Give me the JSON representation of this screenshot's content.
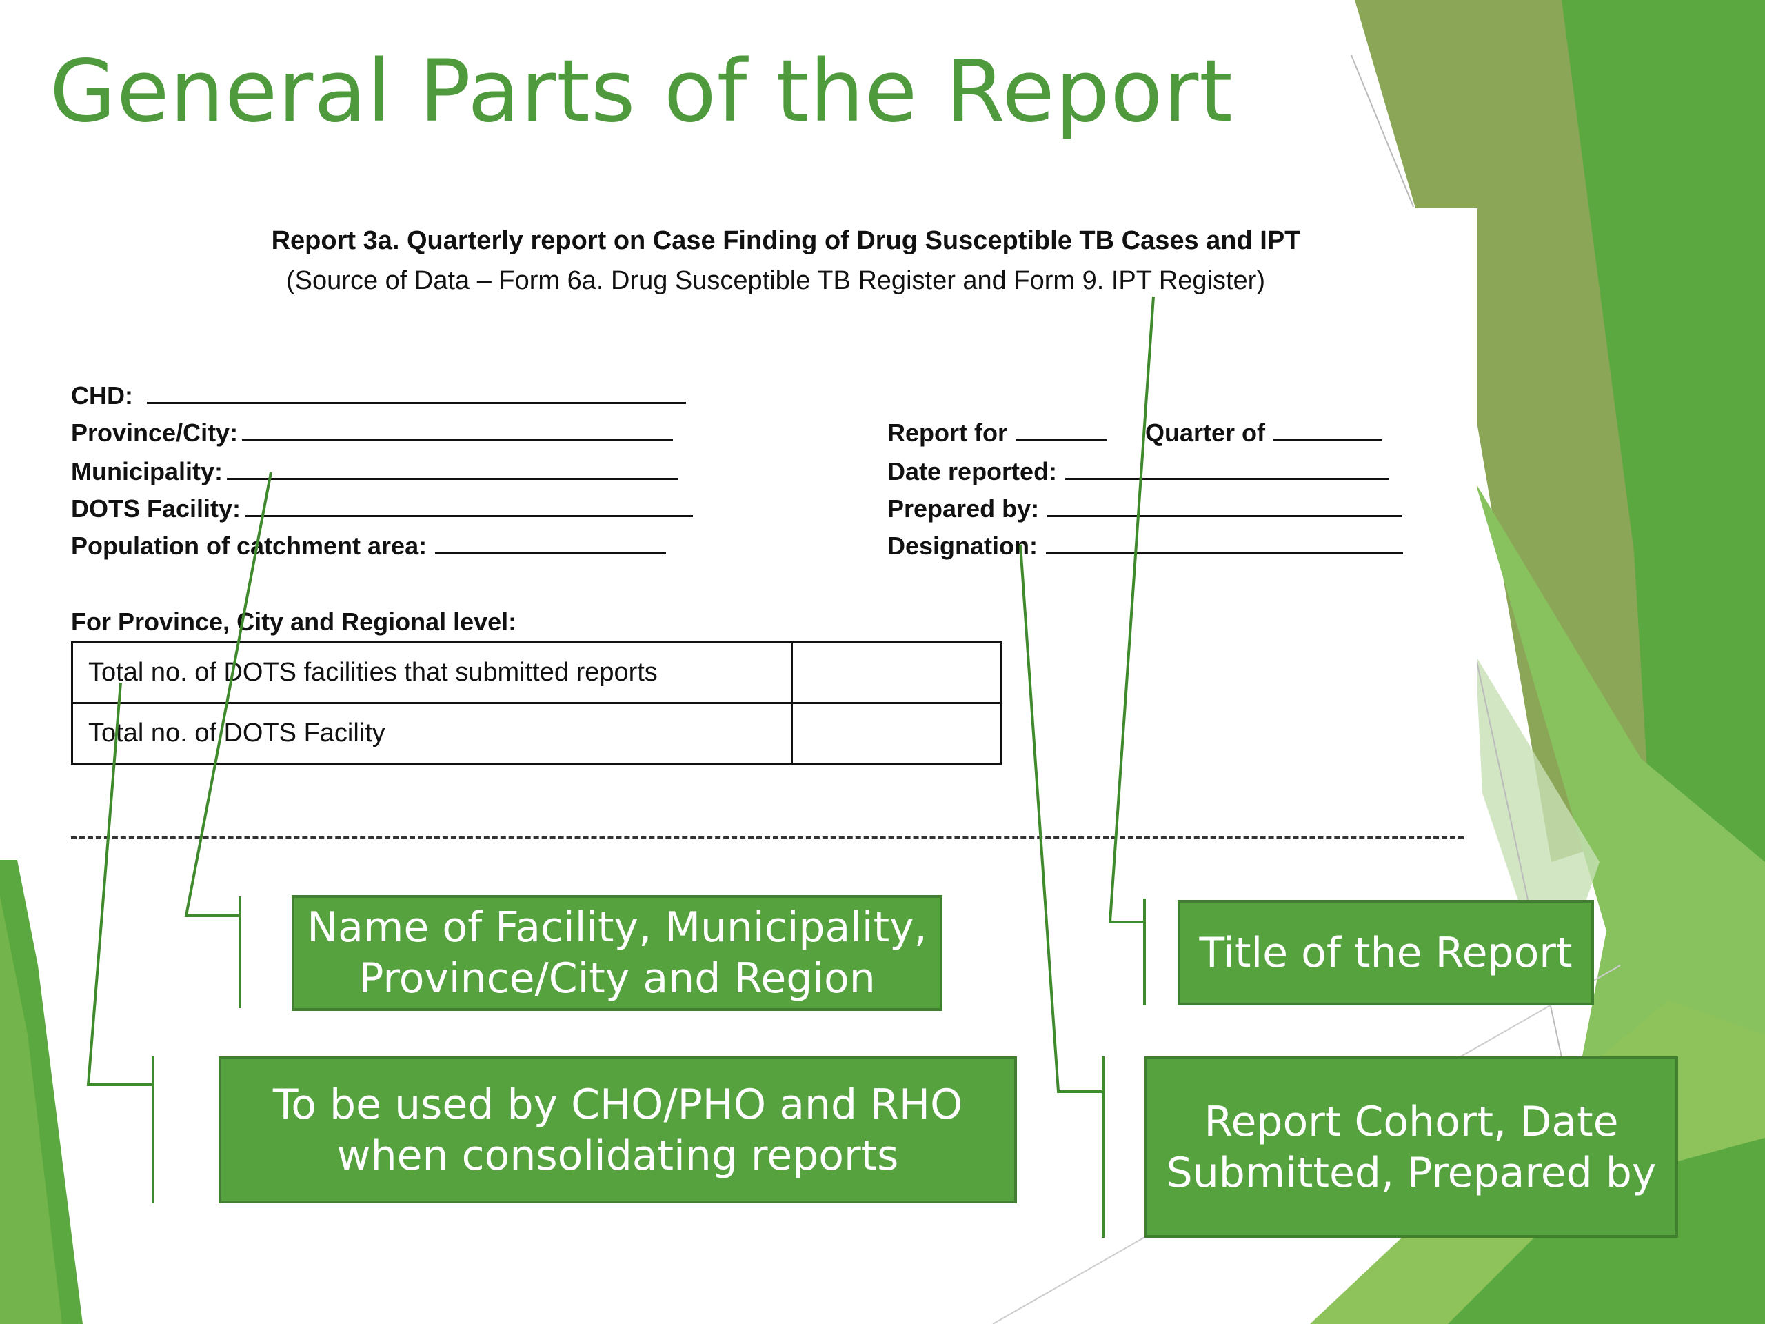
{
  "slide": {
    "title": "General Parts of the Report",
    "accent_color": "#4f9a3c",
    "callout_color": "#55a23f"
  },
  "report": {
    "title": "Report 3a. Quarterly report on Case Finding of Drug Susceptible TB Cases and IPT",
    "source": "(Source of Data – Form 6a. Drug Susceptible TB Register and Form 9. IPT Register)",
    "left_fields": [
      {
        "label": "CHD:"
      },
      {
        "label": "Province/City:"
      },
      {
        "label": "Municipality:"
      },
      {
        "label": "DOTS Facility:"
      },
      {
        "label": "Population of catchment area:"
      }
    ],
    "report_for_label": "Report for",
    "quarter_of_label": "Quarter of",
    "right_fields": [
      {
        "label": "Date reported:"
      },
      {
        "label": "Prepared by:"
      },
      {
        "label": "Designation:"
      }
    ],
    "consolidation_heading": "For Province, City and Regional level:",
    "consolidation_rows": [
      {
        "label": "Total no. of DOTS facilities that submitted reports",
        "value": ""
      },
      {
        "label": "Total no. of DOTS Facility",
        "value": ""
      }
    ]
  },
  "callouts": {
    "facility": [
      "Name of Facility, Municipality,",
      "Province/City and Region"
    ],
    "title": [
      "Title of the Report"
    ],
    "consolidating": [
      "To be used by CHO/PHO and RHO",
      "when consolidating reports"
    ],
    "cohort": [
      "Report Cohort, Date",
      "Submitted, Prepared by"
    ]
  }
}
